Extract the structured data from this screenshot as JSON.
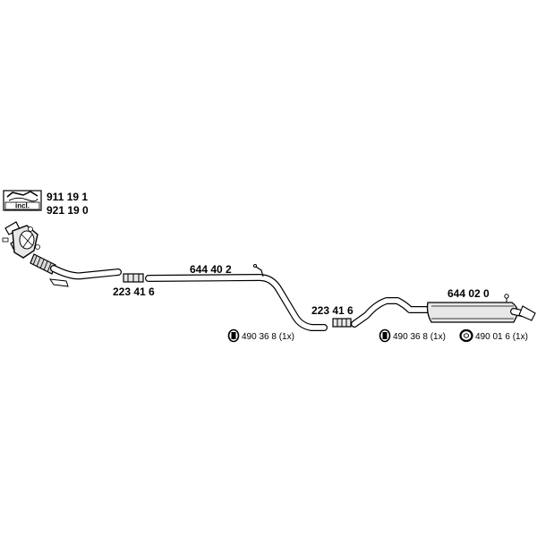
{
  "kit": {
    "badge_text": "incl.",
    "part_a": "911 19 1",
    "part_b": "921 19 0"
  },
  "parts": {
    "clamp_front": "223 41 6",
    "mid_pipe": "644 40 2",
    "clamp_rear": "223 41 6",
    "rear_muffler": "644 02 0"
  },
  "hangers": {
    "hanger_mid": "490 36 8 (1x)",
    "hanger_rear_a": "490 36 8 (1x)",
    "hanger_rear_b": "490 01 6 (1x)"
  }
}
